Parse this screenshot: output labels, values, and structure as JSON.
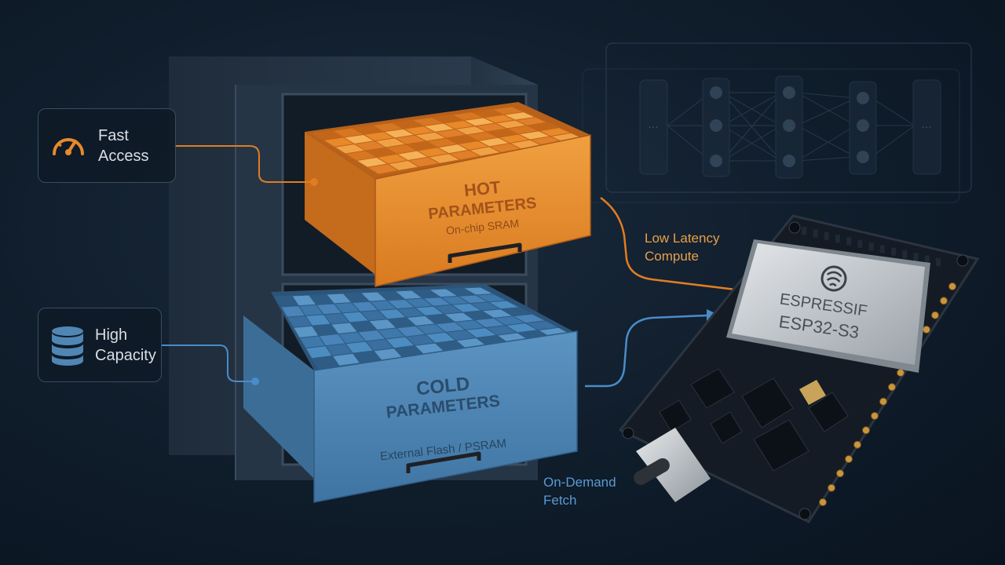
{
  "callouts": {
    "fast_access": "Fast\nAccess",
    "high_capacity": "High\nCapacity",
    "low_latency": "Low Latency\nCompute",
    "on_demand": "On-Demand\nFetch"
  },
  "hot_drawer": {
    "title_line1": "HOT",
    "title_line2": "PARAMETERS",
    "subtitle": "On-chip SRAM"
  },
  "cold_drawer": {
    "title_line1": "COLD",
    "title_line2": "PARAMETERS",
    "subtitle": "External Flash / PSRAM"
  },
  "chip": {
    "brand": "ESPRESSIF",
    "model": "ESP32-S3"
  },
  "network_ellipsis": {
    "left": "...",
    "right": "..."
  },
  "icons": {
    "fast_access": "speedometer-icon",
    "high_capacity": "database-icon",
    "brain": "brain-network-icon",
    "chip_logo": "espressif-logo-icon"
  },
  "colors": {
    "hot": "#e8892a",
    "cold": "#4f86b4",
    "background": "#0f1c2a",
    "accent_orange_line": "#e07d22",
    "accent_blue_line": "#4a8cc7"
  }
}
